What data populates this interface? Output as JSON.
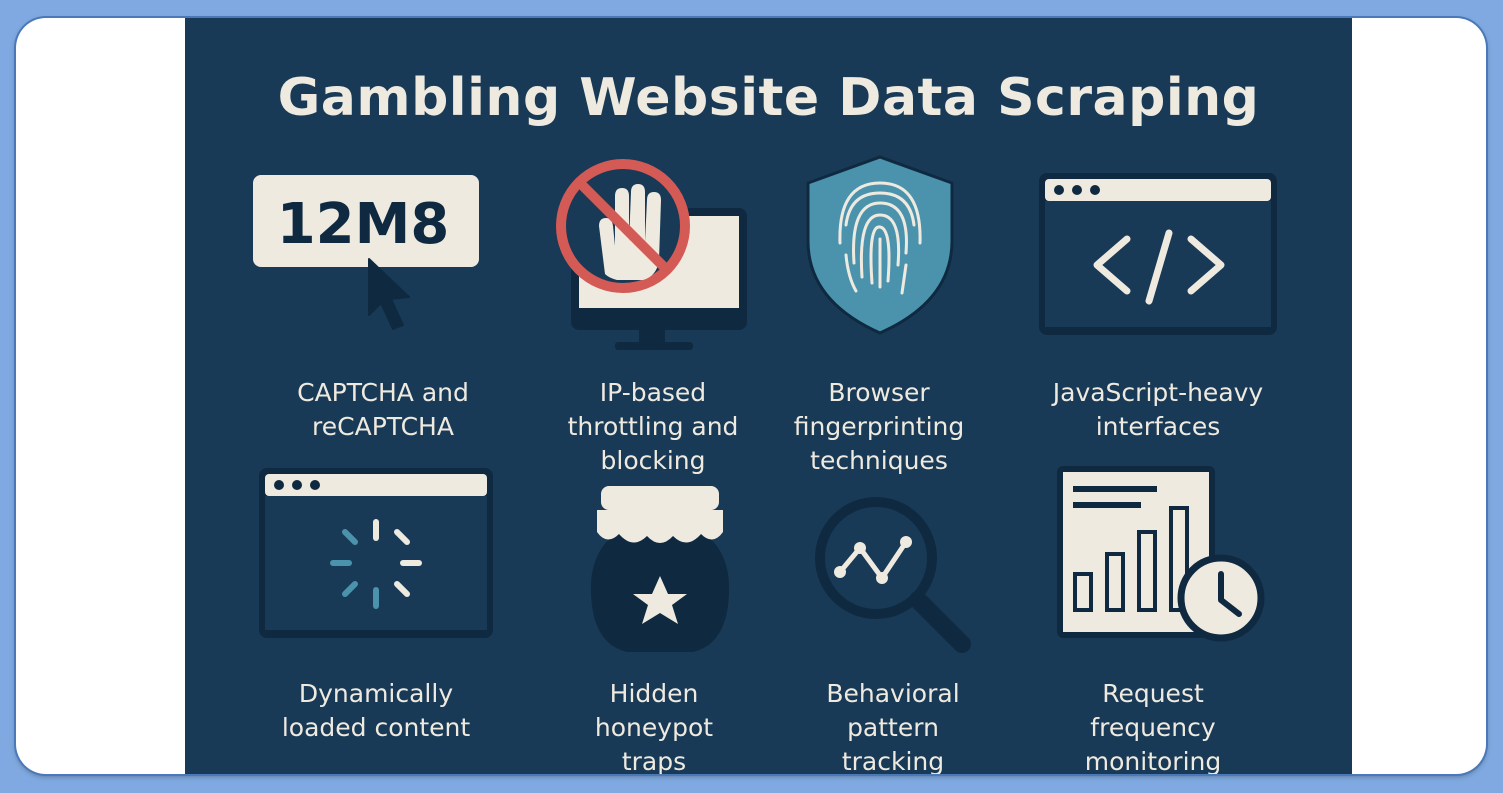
{
  "title": "Gambling Website Data Scraping",
  "colors": {
    "background": "#183a56",
    "cream": "#efeae0",
    "dark": "#0f2a40",
    "red": "#d45a55",
    "teal": "#4b93ad"
  },
  "captcha_code": "12M8",
  "items": [
    {
      "icon": "captcha-icon",
      "lines": [
        "CAPTCHA and",
        "reCAPTCHA"
      ]
    },
    {
      "icon": "blocked-hand-monitor-icon",
      "lines": [
        "IP-based",
        "throttling and",
        "blocking"
      ]
    },
    {
      "icon": "fingerprint-shield-icon",
      "lines": [
        "Browser",
        "fingerprinting",
        "techniques"
      ]
    },
    {
      "icon": "code-window-icon",
      "lines": [
        "JavaScript-heavy",
        "interfaces"
      ]
    },
    {
      "icon": "loading-window-icon",
      "lines": [
        "Dynamically",
        "loaded content"
      ]
    },
    {
      "icon": "honeypot-jar-icon",
      "lines": [
        "Hidden",
        "honeypot",
        "traps"
      ]
    },
    {
      "icon": "magnifier-graph-icon",
      "lines": [
        "Behavioral",
        "pattern",
        "tracking"
      ]
    },
    {
      "icon": "chart-clock-icon",
      "lines": [
        "Request",
        "frequency",
        "monitoring"
      ]
    }
  ]
}
